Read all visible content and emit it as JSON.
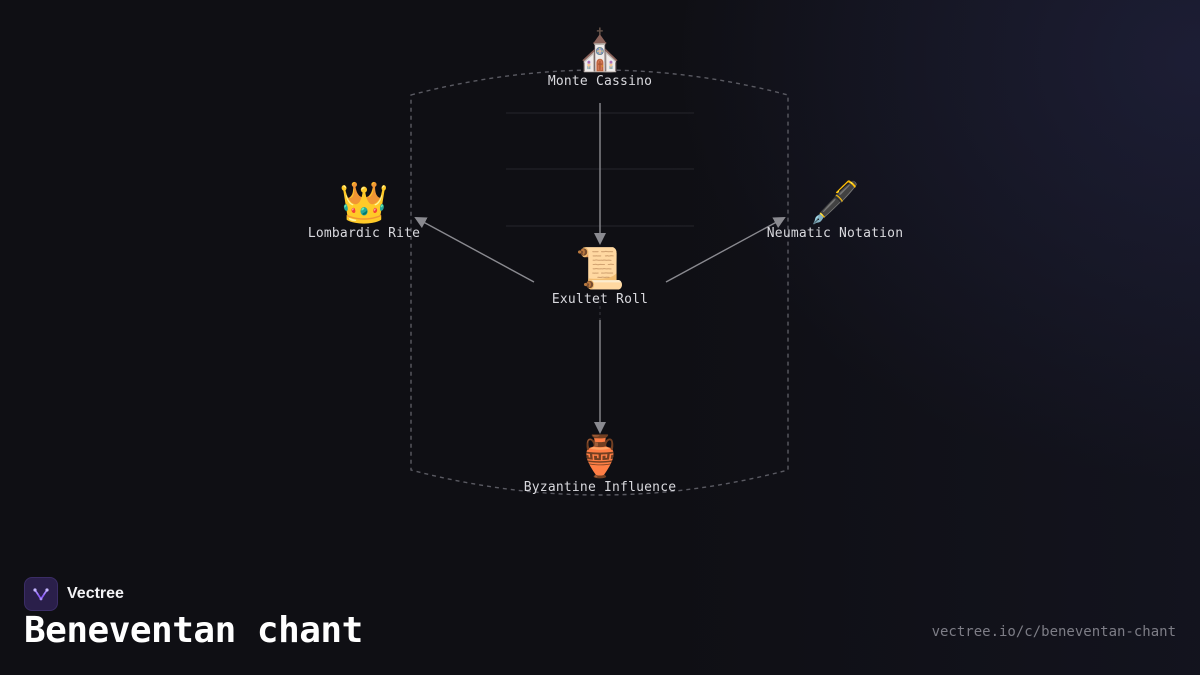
{
  "diagram": {
    "nodes": [
      {
        "id": "monte-cassino",
        "label": "Monte Cassino",
        "icon": "church-icon",
        "glyph": "⛪"
      },
      {
        "id": "lombardic-rite",
        "label": "Lombardic Rite",
        "icon": "crown-icon",
        "glyph": "👑"
      },
      {
        "id": "neumatic-notation",
        "label": "Neumatic Notation",
        "icon": "fountain-pen-icon",
        "glyph": "🖋️"
      },
      {
        "id": "exultet-roll",
        "label": "Exultet Roll",
        "icon": "scroll-icon",
        "glyph": "📜"
      },
      {
        "id": "byzantine-influence",
        "label": "Byzantine Influence",
        "icon": "amphora-icon",
        "glyph": "🏺"
      }
    ],
    "edges": [
      {
        "from": "monte-cassino",
        "to": "exultet-roll"
      },
      {
        "from": "exultet-roll",
        "to": "lombardic-rite"
      },
      {
        "from": "exultet-roll",
        "to": "neumatic-notation"
      },
      {
        "from": "exultet-roll",
        "to": "byzantine-influence"
      }
    ],
    "colors": {
      "edge": "#8a8a90",
      "boundary": "#5a5a62",
      "label": "#d9d9de"
    }
  },
  "brand": {
    "name": "Vectree",
    "logo_icon": "vectree-logo-icon",
    "accent": "#8b5cf6"
  },
  "page": {
    "title": "Beneventan chant",
    "url": "vectree.io/c/beneventan-chant"
  }
}
